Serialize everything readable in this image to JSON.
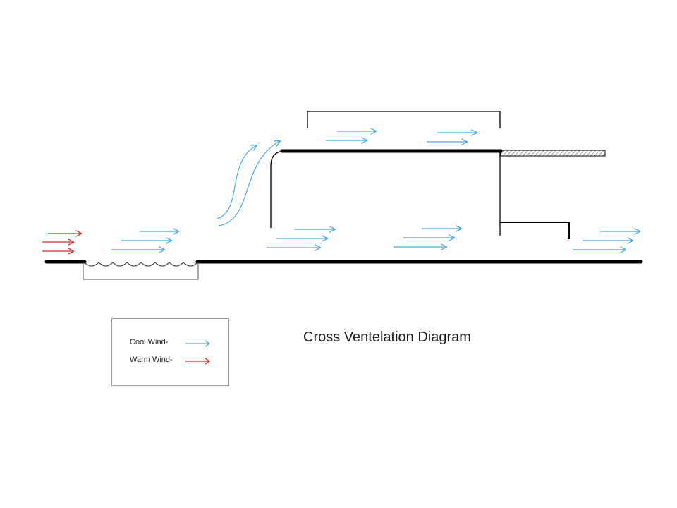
{
  "title": "Cross Ventelation Diagram",
  "legend": {
    "items": [
      {
        "label": "Cool Wind-",
        "color": "#4aa8e0"
      },
      {
        "label": "Warm Wind-",
        "color": "#d42a2a"
      }
    ]
  },
  "colors": {
    "cool_wind": "#4aa8e0",
    "warm_wind": "#d42a2a",
    "structure": "#000000"
  }
}
